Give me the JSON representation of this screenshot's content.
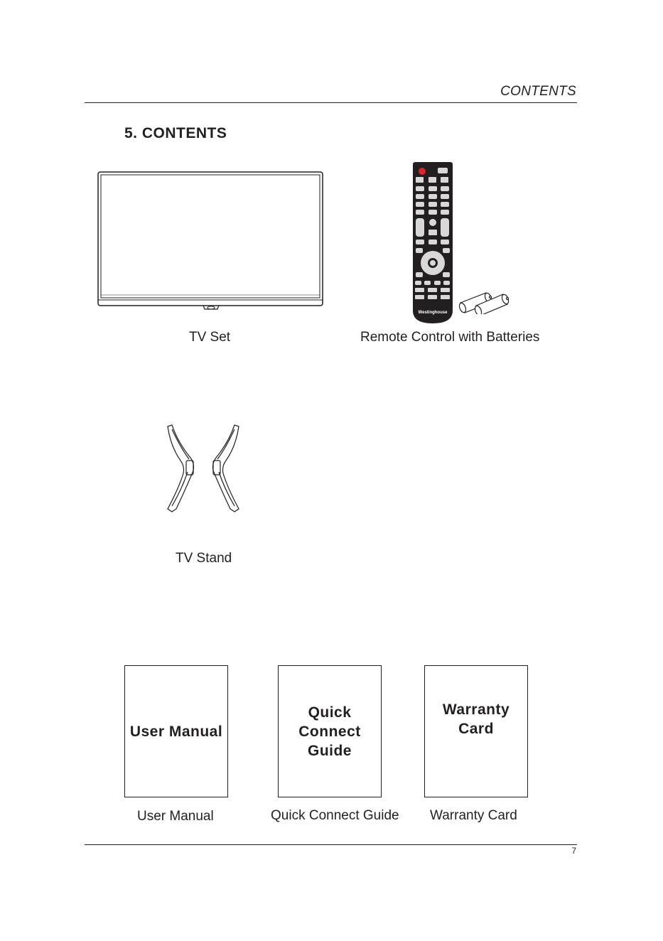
{
  "header": {
    "title": "CONTENTS"
  },
  "section": {
    "title": "5.  CONTENTS"
  },
  "items": {
    "tv_set": {
      "caption": "TV Set"
    },
    "remote": {
      "caption": "Remote Control with Batteries",
      "brand": "Westinghouse"
    },
    "stand": {
      "caption": "TV Stand"
    },
    "user_manual": {
      "cover": "User Manual",
      "caption": "User Manual"
    },
    "quick_guide": {
      "cover": "Quick\nConnect\nGuide",
      "caption": "Quick Connect Guide"
    },
    "warranty": {
      "cover": "Warranty\nCard",
      "caption": "Warranty Card"
    }
  },
  "footer": {
    "page_number": "7"
  }
}
